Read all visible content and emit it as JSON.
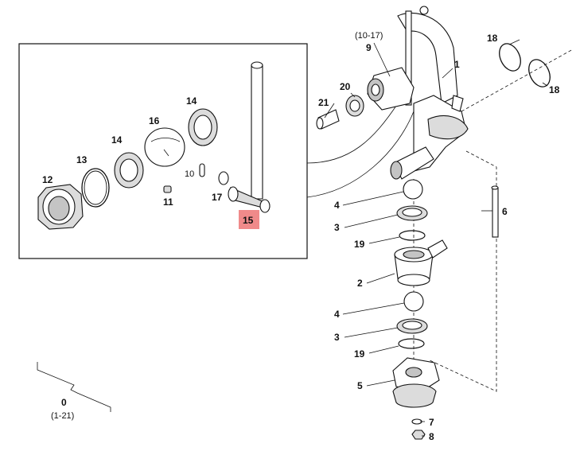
{
  "diagram": {
    "highlight_color": "#f08a8a",
    "callouts": {
      "c1": "1",
      "c2": "2",
      "c3a": "3",
      "c3b": "3",
      "c4a": "4",
      "c4b": "4",
      "c5": "5",
      "c6": "6",
      "c7": "7",
      "c8": "8",
      "c9": "9",
      "c10": "10",
      "c11": "11",
      "c12": "12",
      "c13": "13",
      "c14a": "14",
      "c14b": "14",
      "c15": "15",
      "c16": "16",
      "c17": "17",
      "c18a": "18",
      "c18b": "18",
      "c19a": "19",
      "c19b": "19",
      "c20": "20",
      "c21": "21",
      "ref_top": "(10-17)",
      "c0": "0",
      "ref_bottom": "(1-21)"
    }
  }
}
